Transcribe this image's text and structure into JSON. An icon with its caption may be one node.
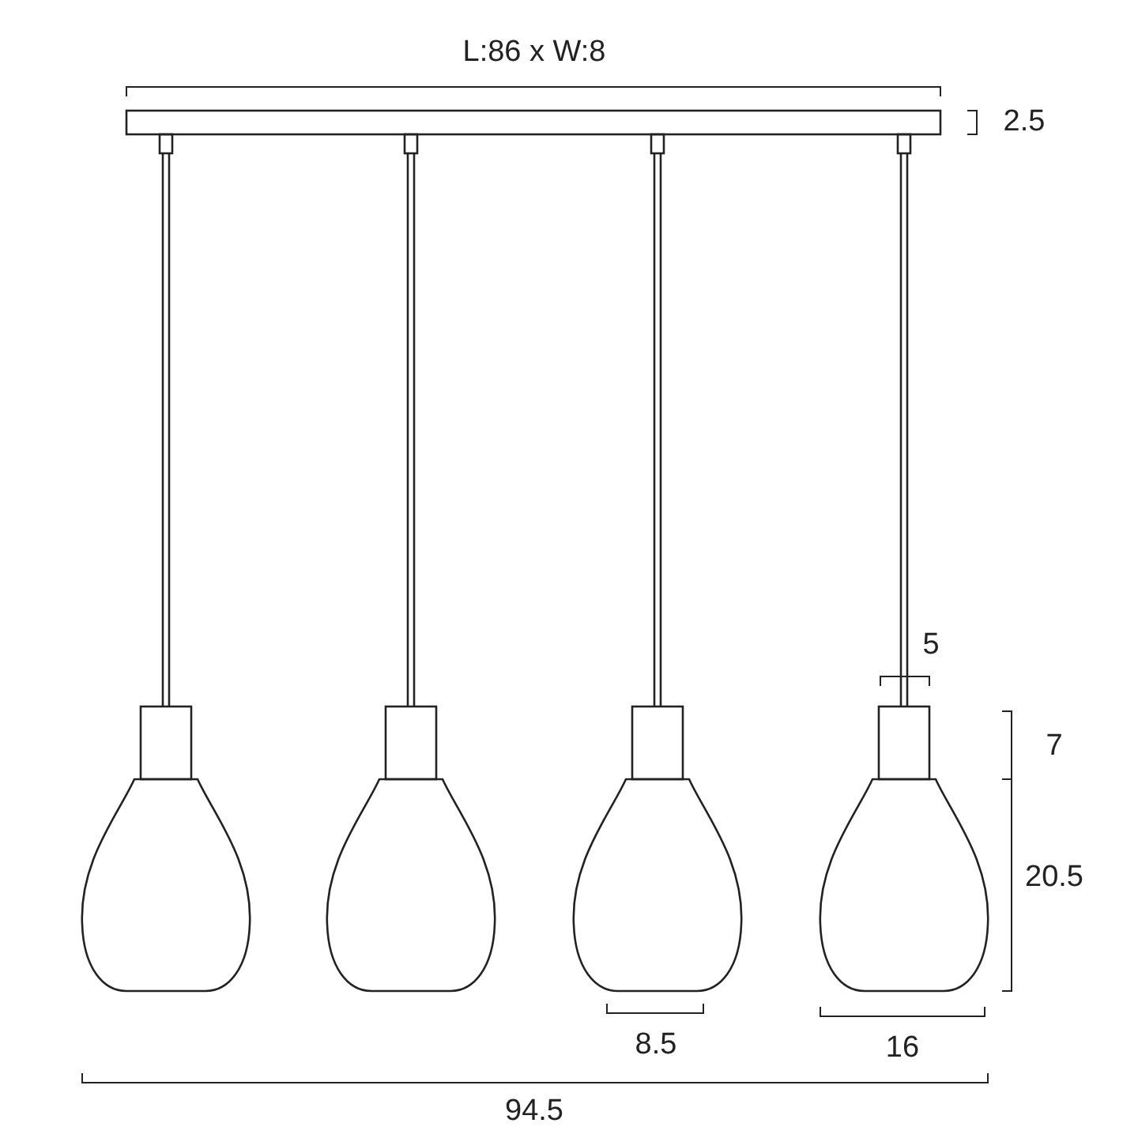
{
  "diagram": {
    "labels": [
      "L:86 x W:8",
      "2.5",
      "5",
      "7",
      "20.5",
      "8.5",
      "16",
      "94.5"
    ]
  }
}
